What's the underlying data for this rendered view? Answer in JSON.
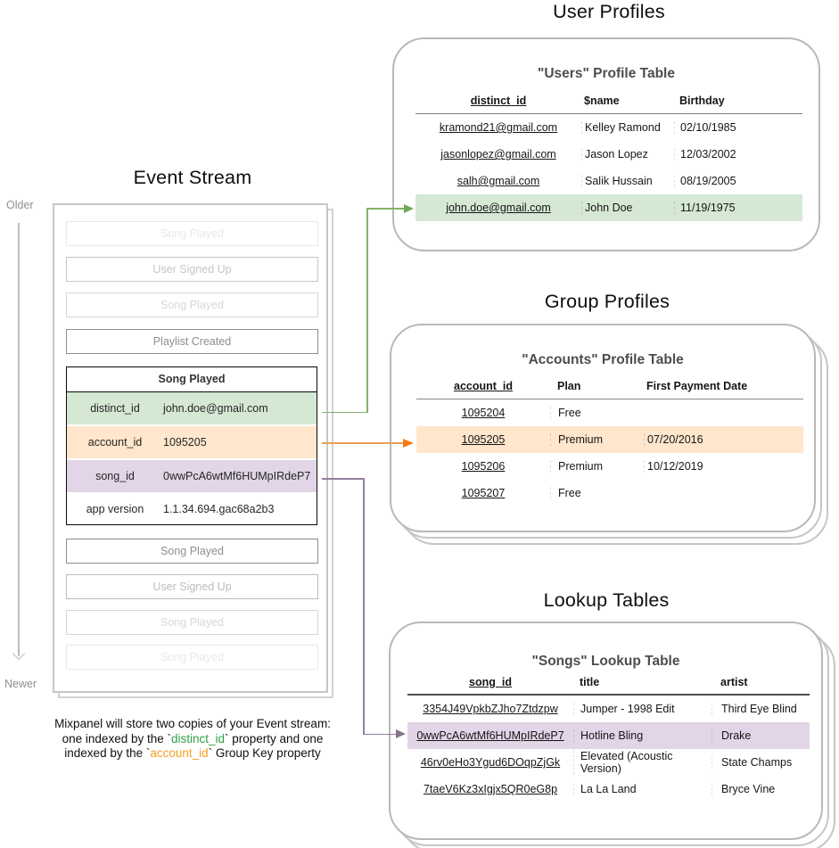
{
  "colors": {
    "green_highlight": "#d5e8d4",
    "orange_highlight": "#ffe6cc",
    "purple_highlight": "#e1d5e7",
    "green_arrow": "#82b366",
    "orange_arrow": "#e9a159",
    "purple_arrow": "#93809f",
    "caption_green": "#2f9e44",
    "caption_orange": "#f59f1e"
  },
  "event_stream": {
    "title": "Event Stream",
    "older_label": "Older",
    "newer_label": "Newer",
    "events_before": [
      {
        "label": "Song Played"
      },
      {
        "label": "User Signed Up"
      },
      {
        "label": "Song Played"
      },
      {
        "label": "Playlist Created"
      }
    ],
    "expanded_event": {
      "title": "Song Played",
      "properties": [
        {
          "key": "distinct_id",
          "value": "john.doe@gmail.com"
        },
        {
          "key": "account_id",
          "value": "1095205"
        },
        {
          "key": "song_id",
          "value": "0wwPcA6wtMf6HUMpIRdeP7"
        },
        {
          "key": "app version",
          "value": "1.1.34.694.gac68a2b3"
        }
      ]
    },
    "events_after": [
      {
        "label": "Song Played"
      },
      {
        "label": "User Signed Up"
      },
      {
        "label": "Song Played"
      },
      {
        "label": "Song Played"
      }
    ],
    "caption": {
      "line1": "Mixpanel will store two copies of your Event stream:",
      "line2_pre": "one indexed by the `",
      "line2_key": "distinct_id",
      "line2_post": "` property and one",
      "line3_pre": "indexed by the `",
      "line3_key": "account_id",
      "line3_post": "` Group Key property"
    }
  },
  "user_profiles": {
    "section_title": "User Profiles",
    "table_title": "\"Users\" Profile Table",
    "columns": [
      "distinct_id",
      "$name",
      "Birthday"
    ],
    "rows": [
      [
        "kramond21@gmail.com",
        "Kelley Ramond",
        "02/10/1985"
      ],
      [
        "jasonlopez@gmail.com",
        "Jason Lopez",
        "12/03/2002"
      ],
      [
        "salh@gmail.com",
        "Salik Hussain",
        "08/19/2005"
      ],
      [
        "john.doe@gmail.com",
        "John Doe",
        "11/19/1975"
      ]
    ]
  },
  "group_profiles": {
    "section_title": "Group Profiles",
    "table_title": "\"Accounts\" Profile Table",
    "columns": [
      "account_id",
      "Plan",
      "First Payment Date"
    ],
    "rows": [
      [
        "1095204",
        "Free",
        ""
      ],
      [
        "1095205",
        "Premium",
        "07/20/2016"
      ],
      [
        "1095206",
        "Premium",
        "10/12/2019"
      ],
      [
        "1095207",
        "Free",
        ""
      ]
    ]
  },
  "lookup_tables": {
    "section_title": "Lookup Tables",
    "table_title": "\"Songs\" Lookup Table",
    "columns": [
      "song_id",
      "title",
      "artist"
    ],
    "rows": [
      [
        "3354J49VpkbZJho7Ztdzpw",
        "Jumper - 1998 Edit",
        "Third Eye Blind"
      ],
      [
        "0wwPcA6wtMf6HUMpIRdeP7",
        "Hotline Bling",
        "Drake"
      ],
      [
        "46rv0eHo3Ygud6DOqpZjGk",
        "Elevated (Acoustic Version)",
        "State Champs"
      ],
      [
        "7taeV6Kz3xIgjx5QR0eG8p",
        "La La Land",
        "Bryce Vine"
      ]
    ]
  }
}
